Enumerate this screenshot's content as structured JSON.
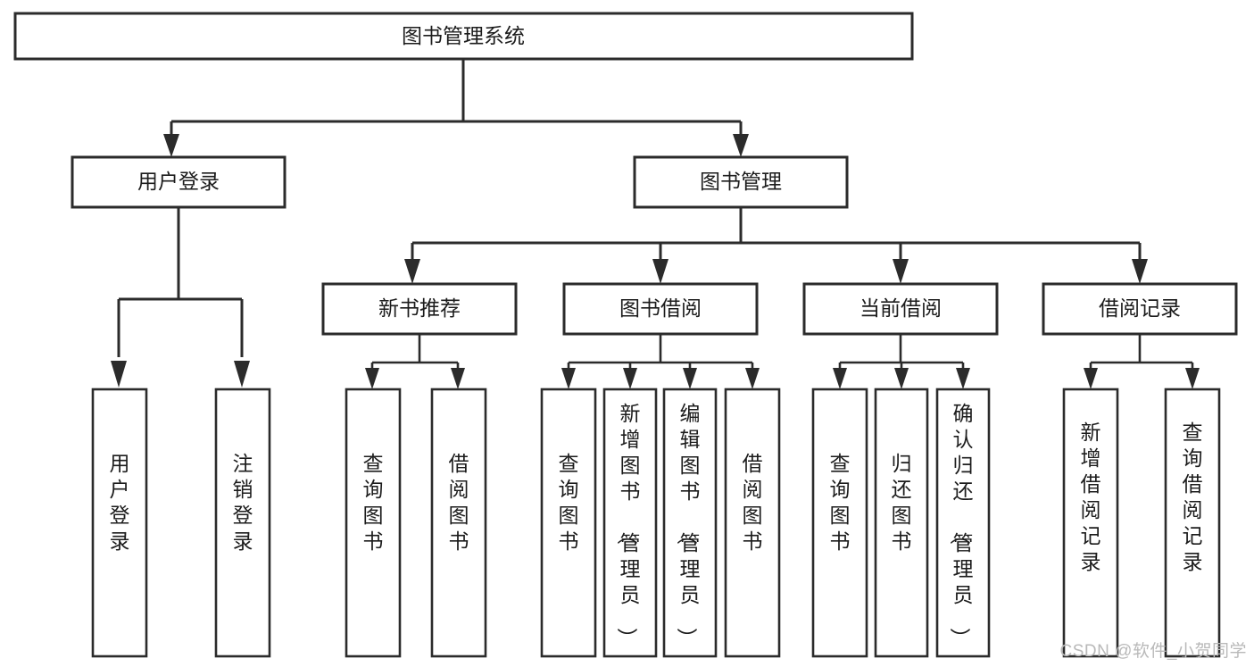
{
  "diagram": {
    "title": "图书管理系统",
    "type": "hierarchy-tree",
    "colors": {
      "box_stroke": "#2b2b2b",
      "box_fill": "#ffffff",
      "text": "#1c1c1c",
      "background": "#ffffff",
      "watermark": "#b9b9b9"
    },
    "root": {
      "label": "图书管理系统"
    },
    "level2": [
      {
        "label": "用户登录"
      },
      {
        "label": "图书管理"
      }
    ],
    "level3": [
      {
        "label": "新书推荐"
      },
      {
        "label": "图书借阅"
      },
      {
        "label": "当前借阅"
      },
      {
        "label": "借阅记录"
      }
    ],
    "leaves": {
      "user_login": [
        {
          "label": "用户登录"
        },
        {
          "label": "注销登录"
        }
      ],
      "new_book_recommend": [
        {
          "label": "查询图书"
        },
        {
          "label": "借阅图书"
        }
      ],
      "book_borrow": [
        {
          "label": "查询图书"
        },
        {
          "label": "新增图书（管理员）"
        },
        {
          "label": "编辑图书（管理员）"
        },
        {
          "label": "借阅图书"
        }
      ],
      "current_borrow": [
        {
          "label": "查询图书"
        },
        {
          "label": "归还图书"
        },
        {
          "label": "确认归还（管理员）"
        }
      ],
      "borrow_record": [
        {
          "label": "新增借阅记录"
        },
        {
          "label": "查询借阅记录"
        }
      ]
    }
  },
  "watermark": {
    "text": "CSDN @软件_小贺同学"
  }
}
